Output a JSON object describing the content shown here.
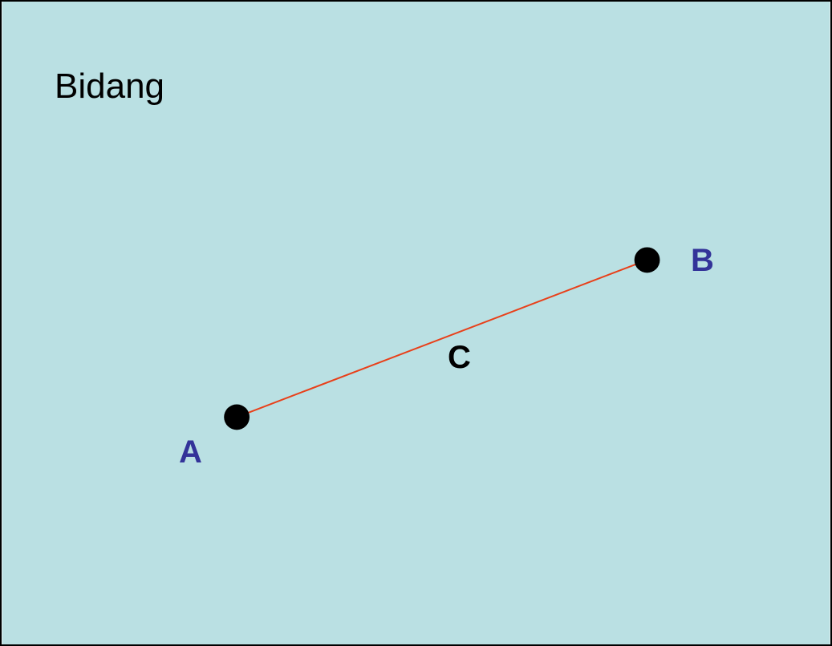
{
  "title": "Bidang",
  "colors": {
    "plane_background": "#bae0e3",
    "border": "#000000",
    "segment": "#e8401a",
    "point": "#000000",
    "endpoint_label": "#333399",
    "midpoint_label": "#000000"
  },
  "points": {
    "a": {
      "label": "A"
    },
    "b": {
      "label": "B"
    },
    "c": {
      "label": "C"
    }
  },
  "icons": {
    "point_a": "filled-circle",
    "point_b": "filled-circle"
  }
}
